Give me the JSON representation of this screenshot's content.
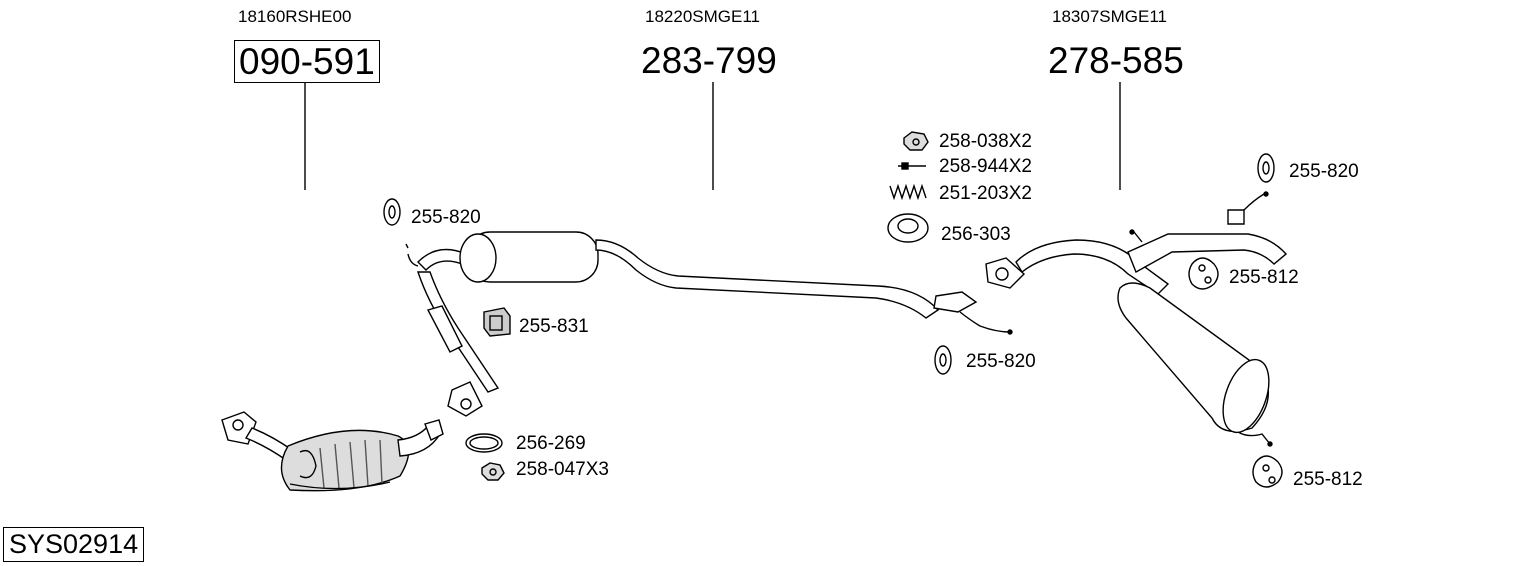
{
  "assemblies": [
    {
      "oem": "18160RSHE00",
      "part": "090-591",
      "boxed": true
    },
    {
      "oem": "18220SMGE11",
      "part": "283-799",
      "boxed": false
    },
    {
      "oem": "18307SMGE11",
      "part": "278-585",
      "boxed": false
    }
  ],
  "parts": {
    "mount_left_top": "255-820",
    "clamp": "255-831",
    "gasket_front": "256-269",
    "nut_front": "258-047X3",
    "nut_mid": "258-038X2",
    "bolt_mid": "258-944X2",
    "spring_mid": "251-203X2",
    "gasket_mid": "256-303",
    "mount_mid": "255-820",
    "mount_right_top": "255-820",
    "mount_right_mid": "255-812",
    "mount_right_bottom": "255-812"
  },
  "system_code": "SYS02914"
}
